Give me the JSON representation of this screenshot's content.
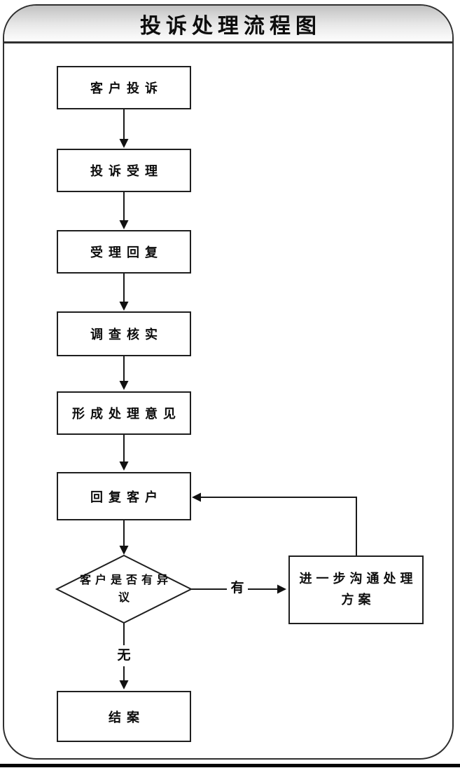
{
  "title": "投诉处理流程图",
  "flowchart": {
    "nodes": [
      {
        "id": "customer-complaint",
        "type": "process",
        "label": "客户投诉"
      },
      {
        "id": "complaint-acceptance",
        "type": "process",
        "label": "投诉受理"
      },
      {
        "id": "acceptance-reply",
        "type": "process",
        "label": "受理回复"
      },
      {
        "id": "investigation",
        "type": "process",
        "label": "调查核实"
      },
      {
        "id": "form-opinion",
        "type": "process",
        "label": "形成处理意见"
      },
      {
        "id": "reply-customer",
        "type": "process",
        "label": "回复客户"
      },
      {
        "id": "objection-decision",
        "type": "decision",
        "label": "客户是否有异议"
      },
      {
        "id": "further-communication",
        "type": "process",
        "label": "进一步沟通处理方案"
      },
      {
        "id": "close-case",
        "type": "process",
        "label": "结案"
      }
    ],
    "edge_labels": {
      "yes": "有",
      "no": "无"
    }
  },
  "colors": {
    "line": "#1a1a1a",
    "node_border": "#1f1f1f",
    "panel_border": "#2f2f2f",
    "header_gradient_top": "#c2c2c2",
    "header_gradient_bottom": "#fdfdfd",
    "background": "#ffffff"
  }
}
